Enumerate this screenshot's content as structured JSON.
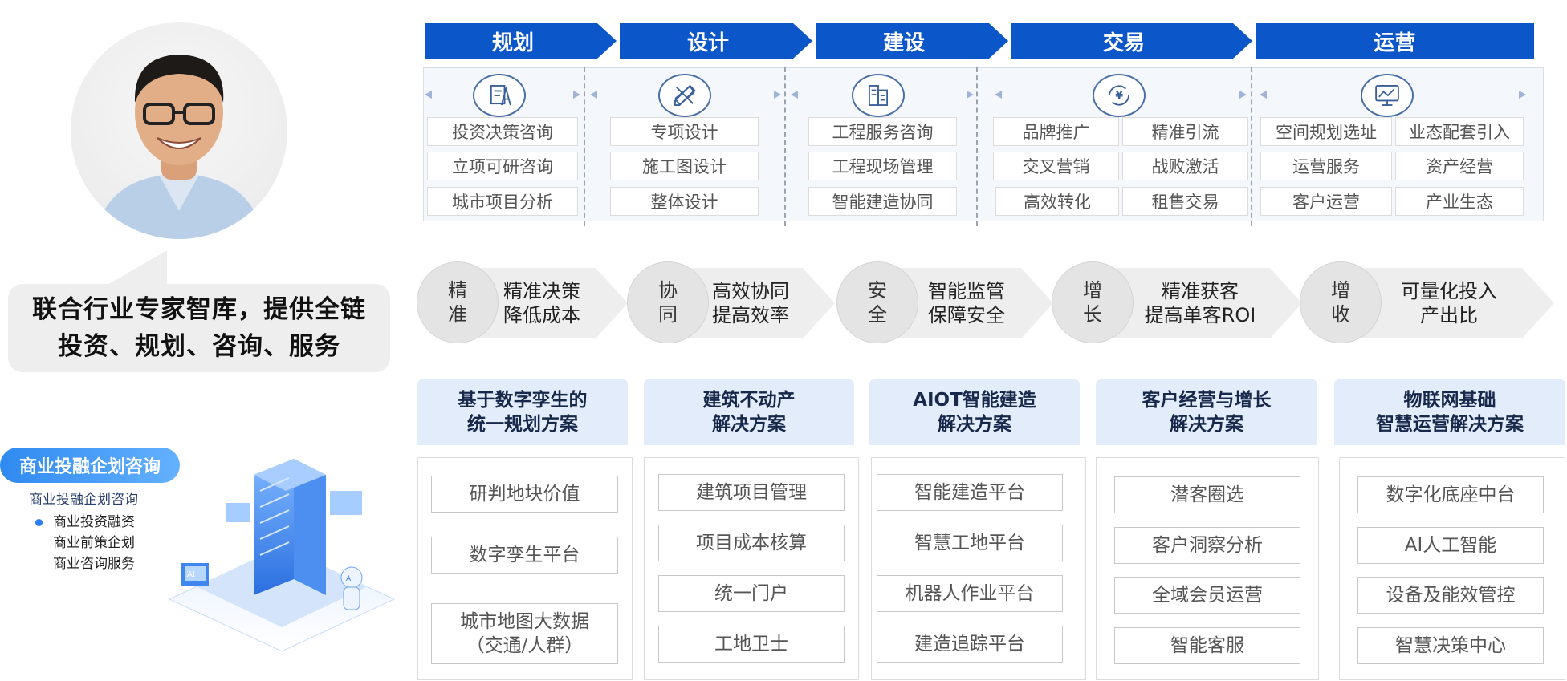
{
  "left": {
    "bubble_lines": [
      "联合行业专家智库，提供全链",
      "投资、规划、咨询、服务"
    ],
    "pill": "商业投融企划咨询",
    "sub": "商业投融企划咨询",
    "items": [
      "商业投资融资",
      "商业前策企划",
      "商业咨询服务"
    ],
    "illustration_labels": [
      "AI",
      "AI"
    ]
  },
  "phases": [
    {
      "title": "规划",
      "icon": "design-document-icon",
      "tags": [
        "投资决策咨询",
        "立项可研咨询",
        "城市项目分析"
      ]
    },
    {
      "title": "设计",
      "icon": "drafting-tools-icon",
      "tags": [
        "专项设计",
        "施工图设计",
        "整体设计"
      ]
    },
    {
      "title": "建设",
      "icon": "building-icon",
      "tags": [
        "工程服务咨询",
        "工程现场管理",
        "智能建造协同"
      ]
    },
    {
      "title": "交易",
      "icon": "yuan-exchange-icon",
      "tags": [
        "品牌推广",
        "精准引流",
        "交叉营销",
        "战败激活",
        "高效转化",
        "租售交易"
      ]
    },
    {
      "title": "运营",
      "icon": "monitor-chart-icon",
      "tags": [
        "空间规划选址",
        "业态配套引入",
        "运营服务",
        "资产经营",
        "客户运营",
        "产业生态"
      ]
    }
  ],
  "values": [
    {
      "circle": [
        "精",
        "准"
      ],
      "text": [
        "精准决策",
        "降低成本"
      ]
    },
    {
      "circle": [
        "协",
        "同"
      ],
      "text": [
        "高效协同",
        "提高效率"
      ]
    },
    {
      "circle": [
        "安",
        "全"
      ],
      "text": [
        "智能监管",
        "保障安全"
      ]
    },
    {
      "circle": [
        "增",
        "长"
      ],
      "text": [
        "精准获客",
        "提高单客ROI"
      ]
    },
    {
      "circle": [
        "增",
        "收"
      ],
      "text": [
        "可量化投入",
        "产出比"
      ]
    }
  ],
  "solutions": [
    {
      "title": [
        "基于数字孪生的",
        "统一规划方案"
      ],
      "items": [
        [
          "研判地块价值"
        ],
        [
          "数字孪生平台"
        ],
        [
          "城市地图大数据",
          "（交通/人群）"
        ]
      ]
    },
    {
      "title": [
        "建筑不动产",
        "解决方案"
      ],
      "items": [
        [
          "建筑项目管理"
        ],
        [
          "项目成本核算"
        ],
        [
          "统一门户"
        ],
        [
          "工地卫士"
        ]
      ]
    },
    {
      "title": [
        "AIOT智能建造",
        "解决方案"
      ],
      "items": [
        [
          "智能建造平台"
        ],
        [
          "智慧工地平台"
        ],
        [
          "机器人作业平台"
        ],
        [
          "建造追踪平台"
        ]
      ]
    },
    {
      "title": [
        "客户经营与增长",
        "解决方案"
      ],
      "items": [
        [
          "潜客圈选"
        ],
        [
          "客户洞察分析"
        ],
        [
          "全域会员运营"
        ],
        [
          "智能客服"
        ]
      ]
    },
    {
      "title": [
        "物联网基础",
        "智慧运营解决方案"
      ],
      "items": [
        [
          "数字化底座中台"
        ],
        [
          "AI人工智能"
        ],
        [
          "设备及能效管控"
        ],
        [
          "智慧决策中心"
        ]
      ]
    }
  ],
  "colors": {
    "phase_blue": "#0b56c9",
    "header_bg": "#e2ecfa",
    "accent": "#2f8af0"
  }
}
